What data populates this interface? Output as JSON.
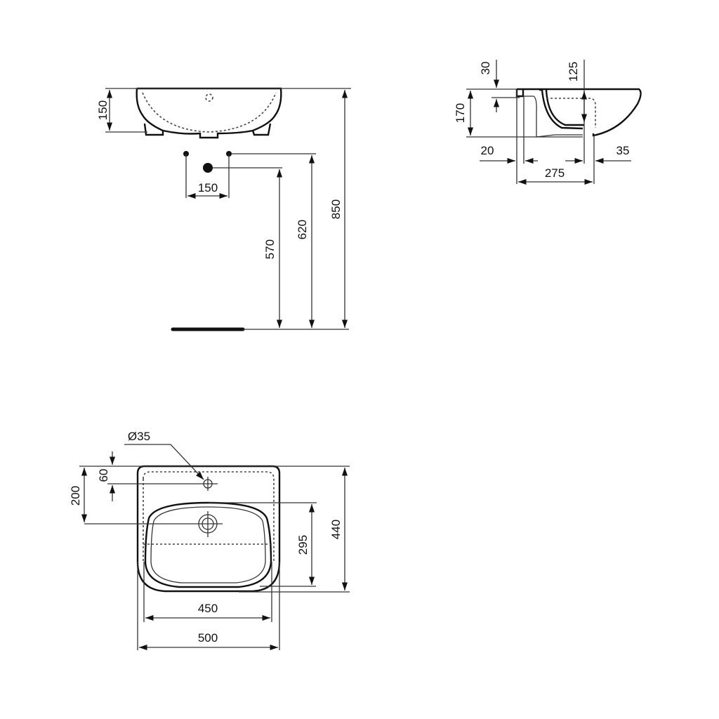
{
  "drawing": {
    "units": "mm",
    "front_view": {
      "basin_height": "150",
      "tap_spacing": "150",
      "waste_height": "570",
      "supply_height": "620",
      "rim_height": "850"
    },
    "side_view": {
      "overflow_offset": "30",
      "bowl_depth": "125",
      "total_height": "170",
      "wall_gap": "20",
      "waste_offset": "35",
      "projection": "275"
    },
    "plan_view": {
      "tap_hole_diameter": "Ø35",
      "tap_hole_offset": "60",
      "waste_offset": "200",
      "bowl_depth": "295",
      "overall_depth": "440",
      "bowl_width": "450",
      "overall_width": "500"
    }
  }
}
